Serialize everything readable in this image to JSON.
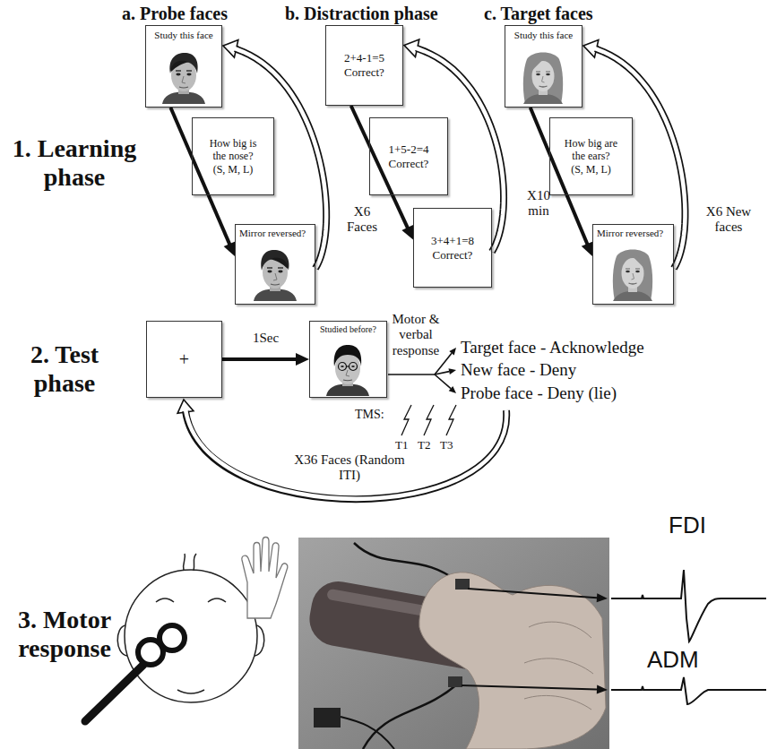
{
  "diagram": {
    "nodes": [
      {
        "text": [
          "Study this face"
        ]
      },
      {
        "text": [
          "How big is the nose? (S, M, L)"
        ]
      },
      {
        "text": [
          "Mirror reversed?"
        ]
      },
      {
        "text": [
          "2+4-1=5 Correct?"
        ]
      },
      {
        "text": [
          "1+5-2=4 Correct?"
        ]
      },
      {
        "text": [
          "3+4+1=8 Correct?"
        ]
      },
      {
        "text": [
          "Study this face"
        ]
      },
      {
        "text": [
          "How big are the ears? (S, M, L)"
        ]
      },
      {
        "text": [
          "Mirror reversed?"
        ]
      },
      {
        "text": [
          "+"
        ]
      },
      {
        "text": [
          "Studied before?"
        ]
      }
    ],
    "edges": [
      {
        "from": 0,
        "to": 2,
        "arrow": "to"
      },
      {
        "from": 2,
        "to": 0,
        "label": "X6 Faces",
        "arrow": "to"
      },
      {
        "from": 3,
        "to": 5,
        "arrow": "to"
      },
      {
        "from": 5,
        "to": 3,
        "label": "X10 min",
        "arrow": "to"
      },
      {
        "from": 6,
        "to": 8,
        "arrow": "to"
      },
      {
        "from": 8,
        "to": 6,
        "label": "X6 New faces",
        "arrow": "to"
      },
      {
        "from": 9,
        "to": 10,
        "label": "1Sec",
        "arrow": "to"
      }
    ],
    "labels": [
      "a. Probe faces",
      "b. Distraction phase",
      "c. Target faces",
      "1. Learning phase",
      "2. Test phase",
      "Motor & verbal response",
      "Target face - Acknowledge",
      "New face - Deny",
      "Probe face - Deny (lie)",
      "TMS:",
      "T1",
      "T2",
      "T3",
      "X36 Faces (Random ITI)",
      "3. Motor response",
      "FDI",
      "ADM"
    ]
  }
}
